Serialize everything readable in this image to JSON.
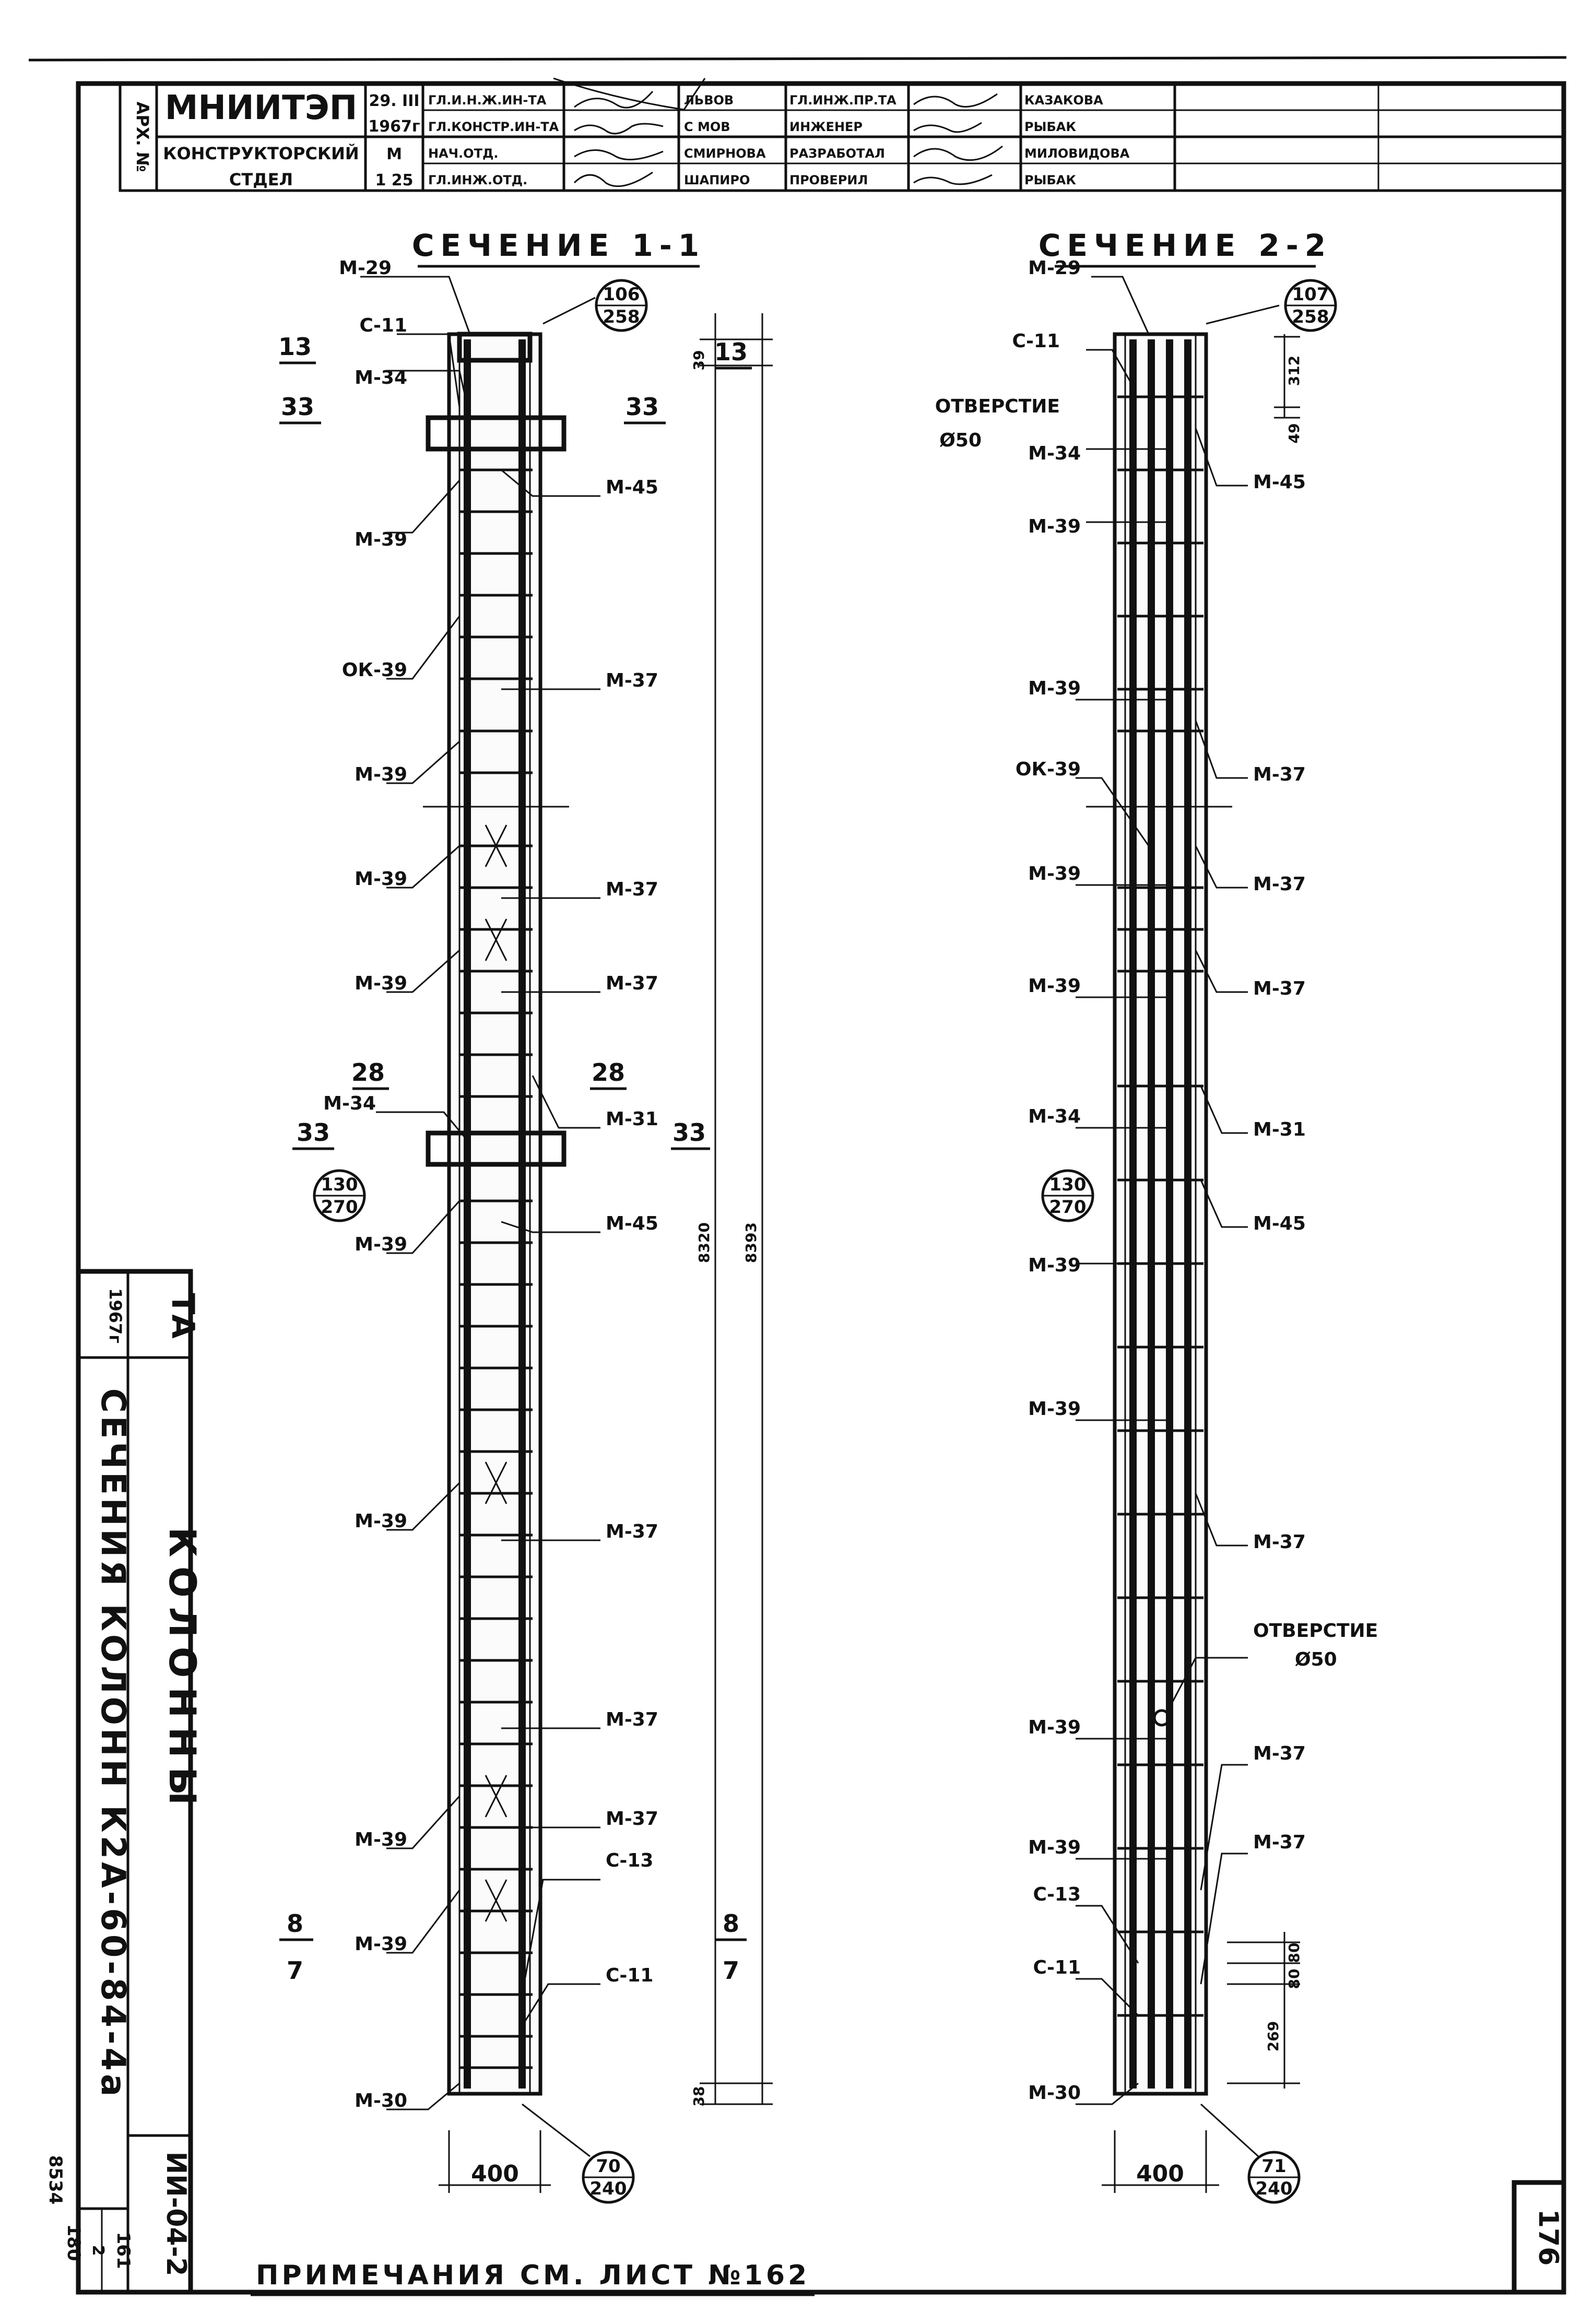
{
  "title_block": {
    "org_code": "АРХ. №",
    "org": "МНИИТЭП",
    "dept": "КОНСТРУКТОРСКИЙ",
    "dept2": "СТДЕЛ",
    "date1": "29. III",
    "date2": "1967г",
    "scale1": "М",
    "scale2": "1 25",
    "roles": [
      "ГЛ.И.Н.Ж.ИН-ТА",
      "ГЛ.КОНСТР.ИН-ТА",
      "НАЧ.ОТД.",
      "ГЛ.ИНЖ.ОТД."
    ],
    "names": [
      "ЛЬВОВ",
      "С МОВ",
      "СМИРНОВА",
      "ШАПИРО"
    ],
    "roles2": [
      "ГЛ.ИНЖ.ПР.ТА",
      "ИНЖЕНЕР",
      "РАЗРАБОТАЛ",
      "ПРОВЕРИЛ"
    ],
    "names2": [
      "КАЗАКОВА",
      "РЫБАК",
      "МИЛОВИДОВА",
      "РЫБАК"
    ]
  },
  "section1": {
    "title": "СЕЧЕНИЕ 1-1",
    "labels_left": [
      "М-29",
      "С-11",
      "М-34",
      "М-39",
      "ОК-39",
      "М-39",
      "М-39",
      "М-39",
      "М-34",
      "М-39",
      "М-39",
      "М-39",
      "М-39",
      "М-30"
    ],
    "labels_right": [
      "М-45",
      "М-37",
      "М-37",
      "М-37",
      "М-31",
      "М-45",
      "М-37",
      "М-37",
      "М-37",
      "С-13",
      "С-11"
    ],
    "marks": [
      "13",
      "33",
      "33",
      "28",
      "28",
      "33",
      "33",
      "8",
      "7",
      "8",
      "7",
      "13"
    ],
    "circle_top": [
      "106",
      "258"
    ],
    "circle_mid": [
      "130",
      "270"
    ],
    "circle_bot": [
      "70",
      "240"
    ],
    "dims": [
      "39",
      "8320",
      "8393",
      "38",
      "400"
    ]
  },
  "section2": {
    "title": "СЕЧЕНИЕ 2-2",
    "labels_left": [
      "М-29",
      "С-11",
      "ОТВЕРСТИЕ",
      "Ø50",
      "М-34",
      "М-39",
      "М-39",
      "ОК-39",
      "М-39",
      "М-39",
      "М-34",
      "М-39",
      "М-39",
      "М-39",
      "М-39",
      "С-13",
      "С-11",
      "М-30"
    ],
    "labels_right": [
      "М-45",
      "М-37",
      "М-37",
      "М-37",
      "М-31",
      "М-45",
      "М-37",
      "ОТВЕРСТИЕ",
      "Ø50",
      "М-37",
      "М-37"
    ],
    "circle_top": [
      "107",
      "258"
    ],
    "circle_mid": [
      "130",
      "270"
    ],
    "circle_bot": [
      "71",
      "240"
    ],
    "dims": [
      "312",
      "49",
      "80",
      "80",
      "269",
      "400"
    ]
  },
  "note": "ПРИМЕЧАНИЯ СМ. ЛИСТ №162",
  "side_stamp": {
    "ta": "ТА",
    "year": "1967г",
    "title": "КОЛОННЫ",
    "subtitle": "СЕЧЕНИЯ КОЛОНН К2А-60-84-4а",
    "code": "ИИ-04-2",
    "issue": "2",
    "sheet": "161",
    "archive": "8534",
    "archive2": "180"
  },
  "page_no": "176"
}
